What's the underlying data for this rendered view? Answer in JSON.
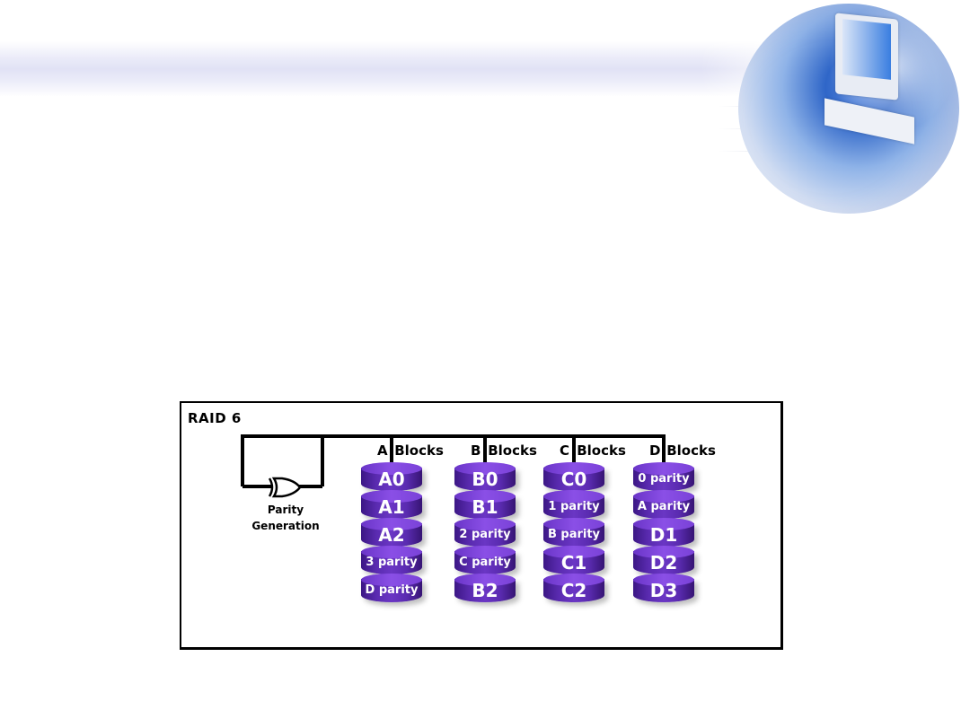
{
  "slide": {
    "header_band_color": "#e1e2f5",
    "decor_image": "computer-globe"
  },
  "diagram": {
    "title": "RAID 6",
    "parity_label_line1": "Parity",
    "parity_label_line2": "Generation",
    "disk_color": "#5a2bb0",
    "disks": [
      {
        "letter": "A",
        "label": "Blocks",
        "segments": [
          "A0",
          "A1",
          "A2",
          "3 parity",
          "D parity"
        ]
      },
      {
        "letter": "B",
        "label": "Blocks",
        "segments": [
          "B0",
          "B1",
          "2 parity",
          "C parity",
          "B2"
        ]
      },
      {
        "letter": "C",
        "label": "Blocks",
        "segments": [
          "C0",
          "1 parity",
          "B parity",
          "C1",
          "C2"
        ]
      },
      {
        "letter": "D",
        "label": "Blocks",
        "segments": [
          "0 parity",
          "A parity",
          "D1",
          "D2",
          "D3"
        ]
      }
    ]
  }
}
